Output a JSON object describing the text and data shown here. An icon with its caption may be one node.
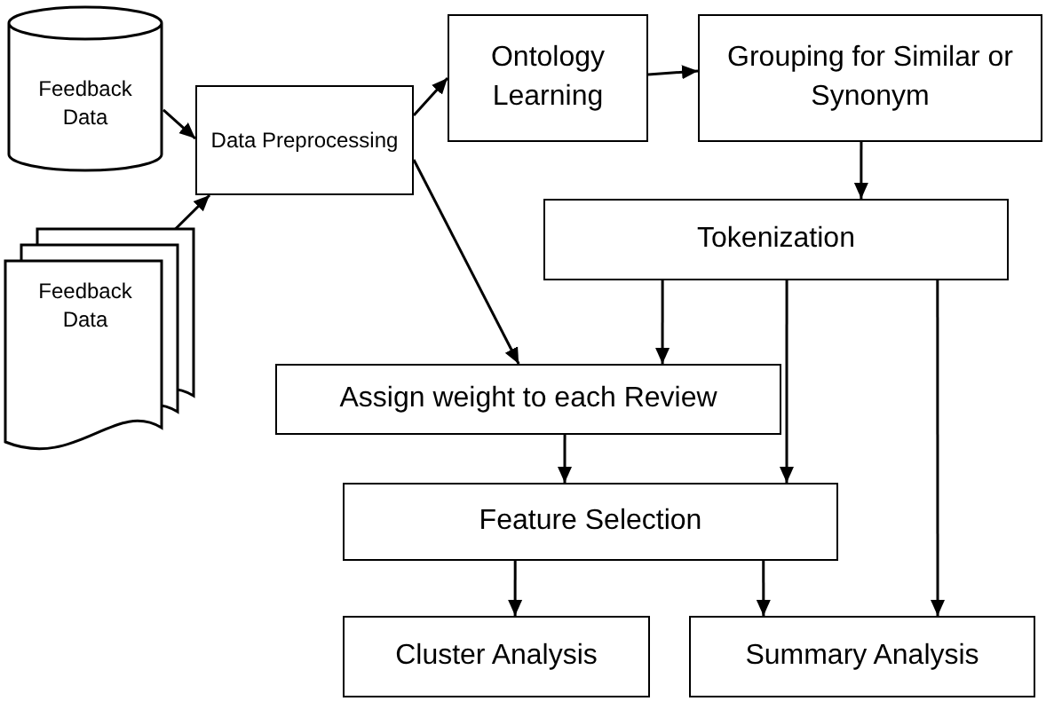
{
  "diagram": {
    "nodes": [
      {
        "text": [
          "Feedback Data"
        ]
      },
      {
        "text": [
          "Feedback Data"
        ]
      },
      {
        "text": [
          "Data Preprocessing"
        ]
      },
      {
        "text": [
          "Ontology Learning"
        ]
      },
      {
        "text": [
          "Grouping for Similar or Synonym"
        ]
      },
      {
        "text": [
          "Tokenization"
        ]
      },
      {
        "text": [
          "Assign weight to each Review"
        ]
      },
      {
        "text": [
          "Feature Selection"
        ]
      },
      {
        "text": [
          "Cluster Analysis"
        ]
      },
      {
        "text": [
          "Summary Analysis"
        ]
      }
    ],
    "edges": [
      {
        "from": 0,
        "to": 2,
        "arrow": "to"
      },
      {
        "from": 1,
        "to": 2,
        "arrow": "to"
      },
      {
        "from": 2,
        "to": 3,
        "arrow": "to"
      },
      {
        "from": 3,
        "to": 4,
        "arrow": "to"
      },
      {
        "from": 4,
        "to": 5,
        "arrow": "to"
      },
      {
        "from": 2,
        "to": 6,
        "arrow": "to"
      },
      {
        "from": 5,
        "to": 6,
        "arrow": "to"
      },
      {
        "from": 5,
        "to": 7,
        "arrow": "to"
      },
      {
        "from": 5,
        "to": 9,
        "arrow": "to"
      },
      {
        "from": 6,
        "to": 7,
        "arrow": "to"
      },
      {
        "from": 7,
        "to": 8,
        "arrow": "to"
      },
      {
        "from": 7,
        "to": 9,
        "arrow": "to"
      }
    ]
  }
}
